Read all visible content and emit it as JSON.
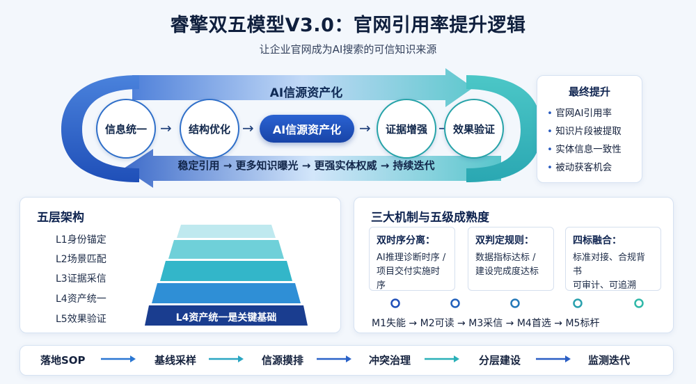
{
  "title": "睿擎双五模型V3.0：官网引用率提升逻辑",
  "subtitle": "让企业官网成为AI搜索的可信知识来源",
  "loop": {
    "band_title": "AI信源资产化",
    "bottom_text": "稳定引用 → 更多知识曝光 → 更强实体权威 → 持续迭代",
    "nodes": [
      "信息统一",
      "结构优化",
      "AI信源资产化",
      "证据增强",
      "效果验证"
    ],
    "arrow": "→"
  },
  "final": {
    "heading": "最终提升",
    "items": [
      "官网AI引用率",
      "知识片段被提取",
      "实体信息一致性",
      "被动获客机会"
    ]
  },
  "five_layers": {
    "heading": "五层架构",
    "labels": [
      "L1身份锚定",
      "L2场景匹配",
      "L3证据采信",
      "L4资产统一",
      "L5效果验证"
    ],
    "base_text": "L4资产统一是关键基础"
  },
  "mechanisms": {
    "heading": "三大机制与五级成熟度",
    "cards": [
      {
        "title": "双时序分离：",
        "body1": "AI推理诊断时序 /",
        "body2": "项目交付实施时序"
      },
      {
        "title": "双判定规则：",
        "body1": "数据指标达标 /",
        "body2": "建设完成度达标"
      },
      {
        "title": "四标融合：",
        "body1": "标准对接、合规背书",
        "body2": "可审计、可追溯"
      }
    ],
    "maturity": "M1失能 → M2可读 → M3采信 → M4首选 → M5标杆"
  },
  "sop": {
    "items": [
      "落地SOP",
      "基线采样",
      "信源摸排",
      "冲突治理",
      "分层建设",
      "监测迭代"
    ]
  },
  "colors": {
    "primary": "#1844a7",
    "teal": "#26b3a8",
    "dark_layer": "#1a3d8f"
  }
}
